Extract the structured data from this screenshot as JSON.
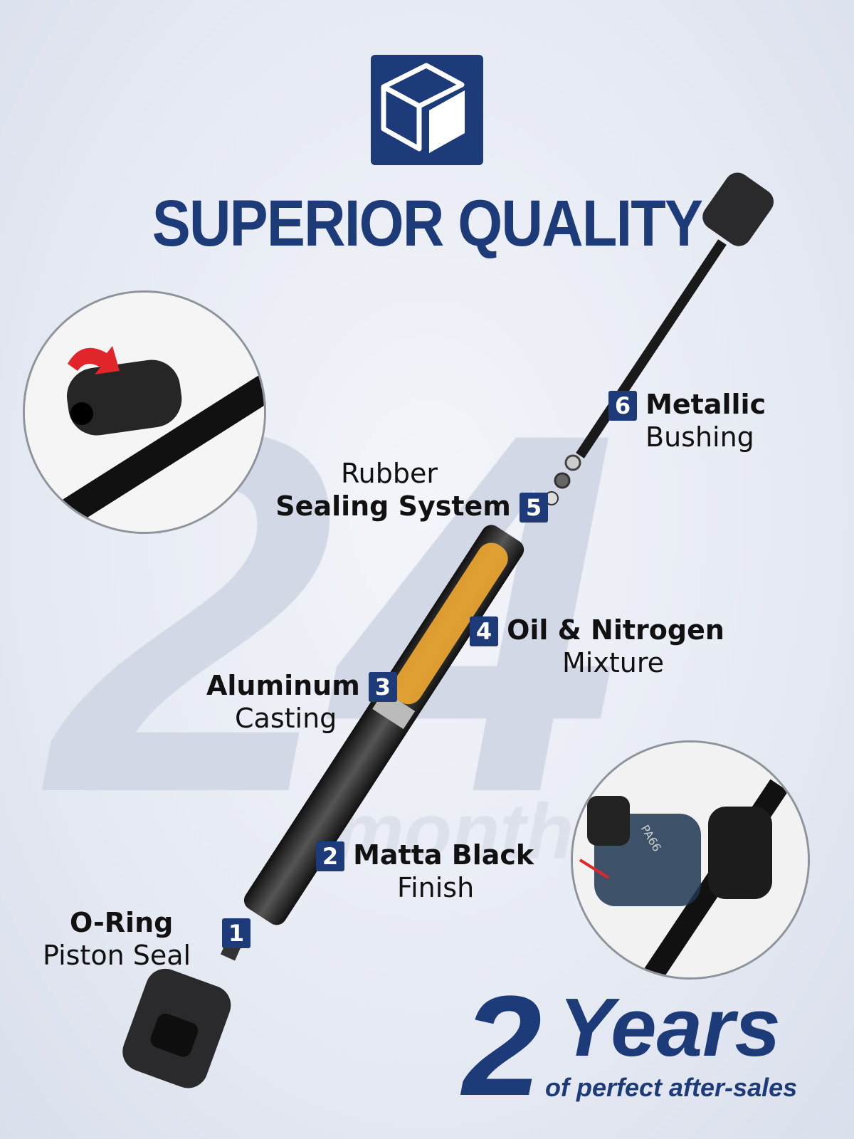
{
  "header": {
    "icon": "cube-icon",
    "title": "SUPERIOR QUALITY"
  },
  "watermark": {
    "number": "24",
    "unit": "months"
  },
  "features": [
    {
      "num": "1",
      "bold": "O-Ring",
      "light": "Piston Seal"
    },
    {
      "num": "2",
      "bold": "Matta Black",
      "light": "Finish"
    },
    {
      "num": "3",
      "bold": "Aluminum",
      "light": "Casting"
    },
    {
      "num": "4",
      "bold": "Oil & Nitrogen",
      "light": "Mixture"
    },
    {
      "num": "5",
      "light": "Rubber",
      "bold": "Sealing System"
    },
    {
      "num": "6",
      "bold": "Metallic",
      "light": "Bushing"
    }
  ],
  "warranty": {
    "number": "2",
    "word": "Years",
    "subtitle": "of perfect after-sales"
  },
  "detail_images": {
    "fitting_text": "PA66"
  },
  "colors": {
    "brand": "#1c3b78",
    "accent_red": "#e0262b",
    "gas_fill": "#f0a830"
  }
}
